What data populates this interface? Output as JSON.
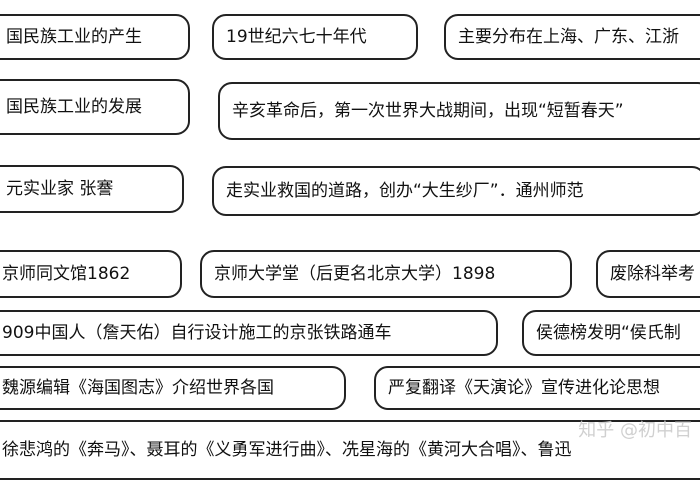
{
  "rows": [
    {
      "boxes": [
        {
          "text": "国民族工业的产生"
        },
        {
          "text": "19世纪六七十年代"
        },
        {
          "text": "主要分布在上海、广东、江浙"
        }
      ]
    },
    {
      "boxes": [
        {
          "text": "国民族工业的发展"
        },
        {
          "text": "辛亥革命后，第一次世界大战期间，出现“短暂春天”"
        }
      ]
    },
    {
      "boxes": [
        {
          "text": "元实业家 张謇"
        },
        {
          "text": "走实业救国的道路，创办“大生纱厂”．通州师范"
        }
      ]
    },
    {
      "boxes": [
        {
          "text": "京师同文馆1862"
        },
        {
          "text": "京师大学堂（后更名北京大学）1898"
        },
        {
          "text": "废除科举考"
        }
      ]
    },
    {
      "boxes": [
        {
          "text": "909中国人（詹天佑）自行设计施工的京张铁路通车"
        },
        {
          "text": "侯德榜发明“侯氏制"
        }
      ]
    },
    {
      "boxes": [
        {
          "text": "魏源编辑《海国图志》介绍世界各国"
        },
        {
          "text": "严复翻译《天演论》宣传进化论思想"
        }
      ]
    },
    {
      "boxes": [
        {
          "text": "徐悲鸿的《奔马》、聂耳的《义勇军进行曲》、冼星海的《黄河大合唱》、鲁迅"
        }
      ]
    }
  ],
  "watermark": "知乎 @初中百"
}
